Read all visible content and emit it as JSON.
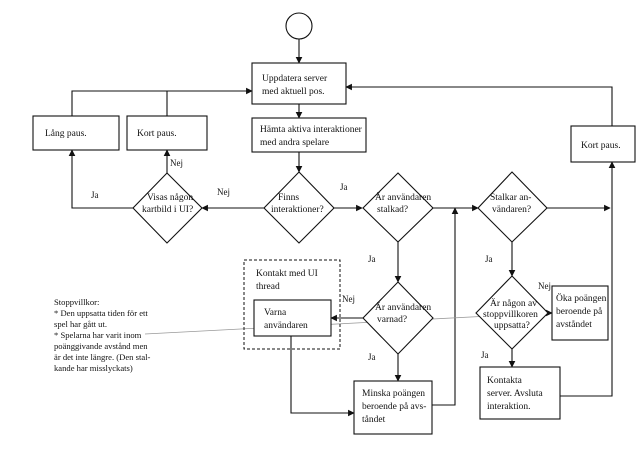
{
  "flowchart": {
    "boxes": {
      "update": [
        "Uppdatera server",
        "med aktuell pos."
      ],
      "long_pause": [
        "Lång paus."
      ],
      "short_pause_left": [
        "Kort paus."
      ],
      "fetch": [
        "Hämta aktiva interaktioner",
        "med andra spelare"
      ],
      "short_pause_right": [
        "Kort paus."
      ],
      "warn": [
        "Varna",
        "användaren"
      ],
      "reduce": [
        "Minska poängen",
        "beroende på avs-",
        "tåndet"
      ],
      "increase": [
        "Öka poängen",
        "beroende på",
        "avståndet"
      ],
      "contact": [
        "Kontakta",
        "server. Avsluta",
        "interaktion."
      ]
    },
    "decisions": {
      "map_visible": [
        "Visas någon",
        "kartbild i UI?"
      ],
      "exists": [
        "Finns",
        "interaktioner?"
      ],
      "user_stopped": [
        "Är användaren",
        "stalkad?"
      ],
      "user_warned": [
        "Är användaren",
        "varnad?"
      ],
      "stalking": [
        "Stalkar an-",
        "vändaren?"
      ],
      "stop_condition": [
        "Är någon av",
        "stoppvillkoren",
        "uppsatta?"
      ]
    },
    "edge_labels": {
      "map_yes": "Ja",
      "map_no": "Nej",
      "exists_no": "Nej",
      "exists_yes": "Ja",
      "stopped_yes": "Ja",
      "warned_no": "Nej",
      "warned_yes": "Ja",
      "stalking_yes": "Ja",
      "stop_no": "Nej",
      "stop_yes": "Ja"
    },
    "ui_thread_label": [
      "Kontakt med UI",
      "thread"
    ],
    "stop_notes": [
      "Stoppvillkor:",
      "* Den uppsatta tiden för ett",
      "spel har gått ut.",
      "* Spelarna har varit inom",
      "poänggivande avstånd men",
      "är det inte längre. (Den stal-",
      "kande har misslyckats)"
    ]
  }
}
